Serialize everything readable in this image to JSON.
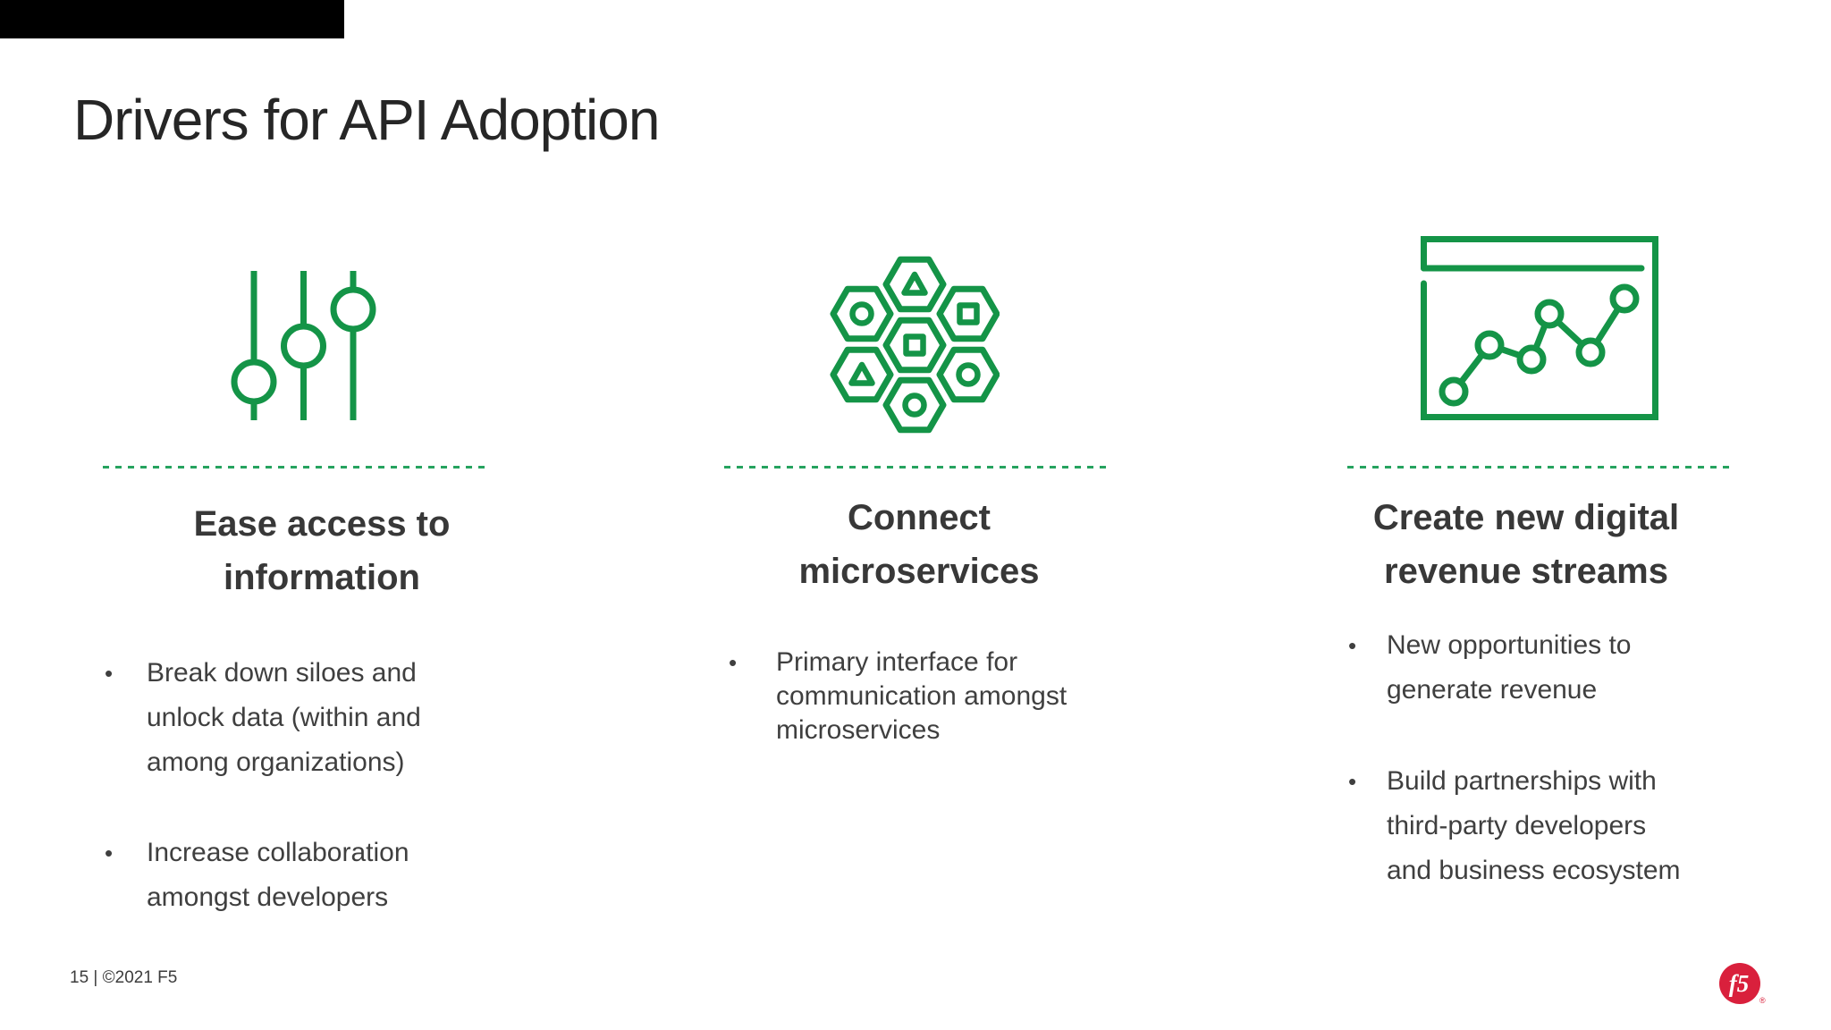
{
  "title": "Drivers for API Adoption",
  "columns": [
    {
      "icon": "sliders-icon",
      "heading_line1": "Ease access to",
      "heading_line2": "information",
      "bullets": [
        {
          "marker": "•",
          "lines": [
            "Break down siloes and",
            "unlock data (within and",
            "among organizations)"
          ]
        },
        {
          "marker": "•",
          "lines": [
            "Increase collaboration",
            "amongst developers"
          ]
        }
      ]
    },
    {
      "icon": "hexagon-cluster-icon",
      "heading_line1": "Connect",
      "heading_line2": "microservices",
      "bullets": [
        {
          "marker": "•",
          "lines": [
            "Primary interface for",
            "communication amongst",
            "microservices"
          ]
        }
      ]
    },
    {
      "icon": "line-chart-window-icon",
      "heading_line1": "Create new digital",
      "heading_line2": "revenue streams",
      "bullets": [
        {
          "marker": "•",
          "lines": [
            "New opportunities to",
            "generate revenue"
          ]
        },
        {
          "marker": "•",
          "lines": [
            "Build partnerships with",
            "third-party developers",
            "and business ecosystem"
          ]
        }
      ]
    }
  ],
  "footer": {
    "page_info": "15 | ©2021 F5"
  },
  "logo": {
    "label": "f5",
    "registered": "®"
  },
  "colors": {
    "icon_green": "#149447",
    "dash_green": "#26a35f",
    "f5_red": "#d9203c",
    "title_color": "#262626",
    "heading_color": "#383838",
    "body_color": "#3f3f3f",
    "overlay_black": "#000000"
  }
}
